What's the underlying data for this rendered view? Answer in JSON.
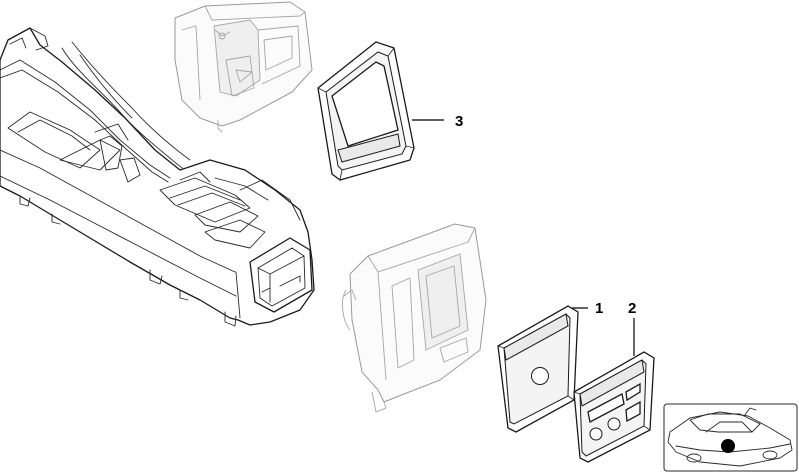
{
  "callouts": [
    {
      "id": "1",
      "label": "1"
    },
    {
      "id": "2",
      "label": "2"
    },
    {
      "id": "3",
      "label": "3"
    }
  ],
  "parts": {
    "console": {
      "icon": "center-console-assembly"
    },
    "rear_housing_top": {
      "icon": "rear-vent-housing"
    },
    "rear_housing_bottom": {
      "icon": "rear-vent-housing"
    },
    "panel_3": {
      "icon": "trim-frame-panel",
      "callout": "3"
    },
    "panel_1": {
      "icon": "cover-panel-single-knob",
      "callout": "1"
    },
    "panel_2": {
      "icon": "cover-panel-triple-control",
      "callout": "2"
    },
    "vehicle_locator": {
      "icon": "vehicle-location-thumbnail"
    }
  },
  "colors": {
    "line": "#1a1a1a",
    "ghost_line": "#9a9a9a",
    "locator_marker": "#000000"
  }
}
